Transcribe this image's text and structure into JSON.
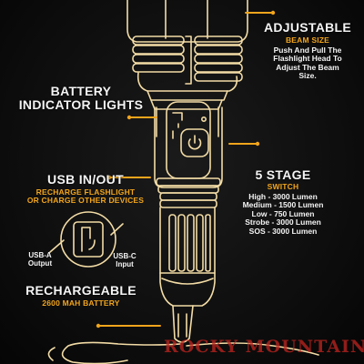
{
  "adjustable": {
    "heading": "ADJUSTABLE",
    "subheading": "BEAM SIZE",
    "description": [
      "Push And Pull The",
      "Flashlight Head To",
      "Adjust The Beam",
      "Size."
    ]
  },
  "battery_indicator": {
    "heading_line1": "BATTERY",
    "heading_line2": "INDICATOR LIGHTS"
  },
  "usb": {
    "heading": "USB IN/OUT",
    "subheading_line1": "RECHARGE FLASHLIGHT",
    "subheading_line2": "OR CHARGE OTHER DEVICES",
    "usb_a_label": [
      "USB-A",
      "Output"
    ],
    "usb_c_label": [
      "USB-C",
      "Input"
    ]
  },
  "switch": {
    "heading": "5 STAGE",
    "subheading": "SWITCH",
    "modes": [
      "High - 3000 Lumen",
      "Medium - 1500 Lumen",
      "Low - 750 Lumen",
      "Strobe - 3000 Lumen",
      "SOS - 3000 Lumen"
    ]
  },
  "rechargeable": {
    "heading": "RECHARGEABLE",
    "subheading": "2600 MAH BATTERY"
  },
  "watermark": "ROCKY MOUNTAIN",
  "colors": {
    "background": "#0d0d0d",
    "outline": "#f3dca6",
    "accent": "#f2a51c",
    "text": "#f4f4f4",
    "watermark": "#c0241f"
  }
}
